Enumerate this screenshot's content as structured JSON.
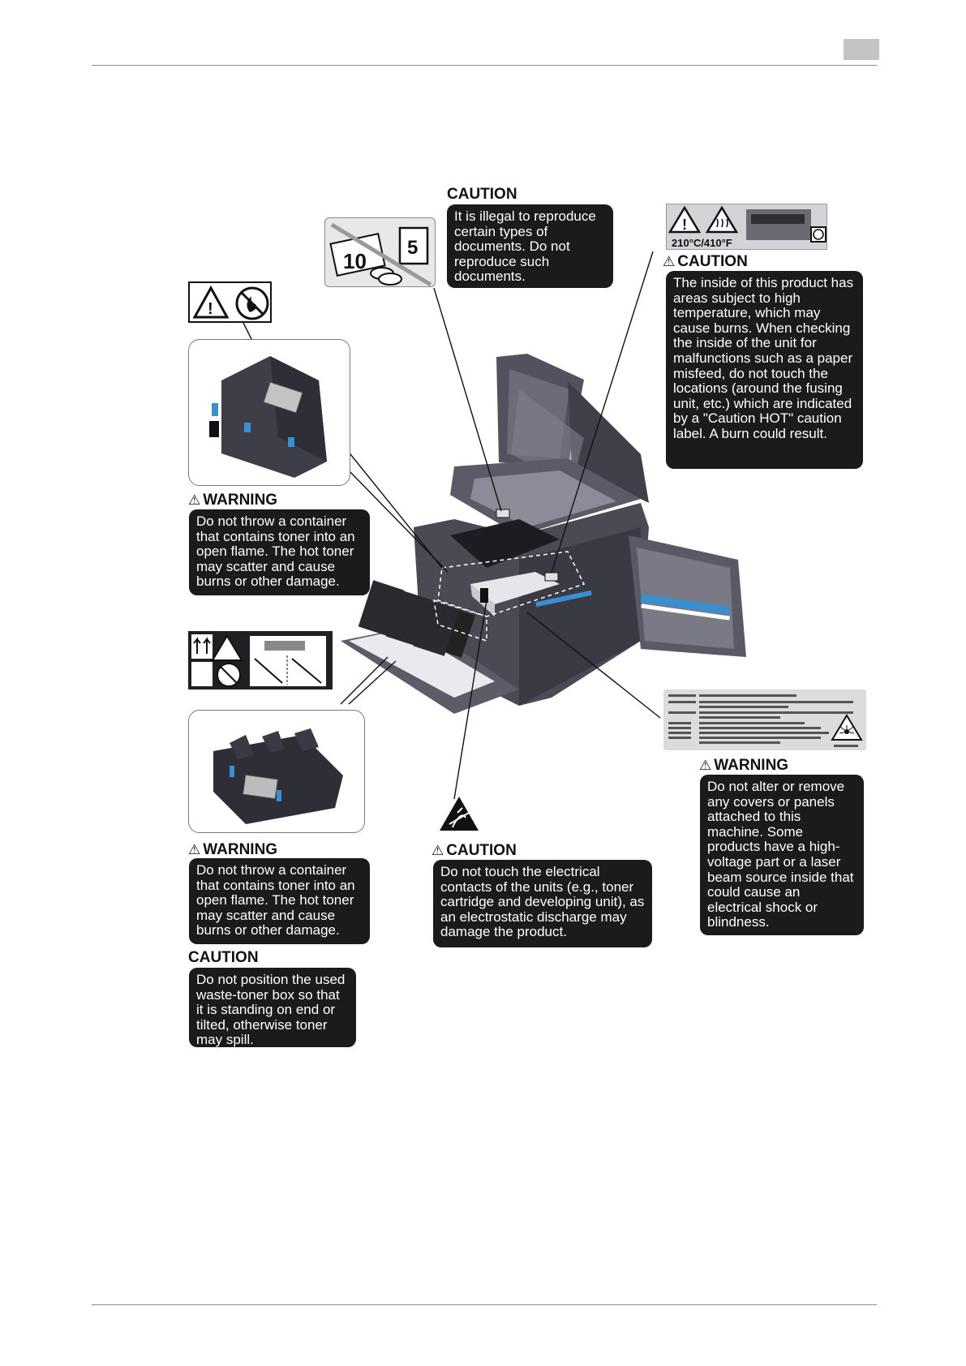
{
  "page": {
    "header_tab": ""
  },
  "labels": {
    "caution_reproduce": {
      "heading": "CAUTION",
      "text": "It is illegal to reproduce certain types of documents. Do not reproduce such documents."
    },
    "caution_hot": {
      "heading": "CAUTION",
      "temperature": "210°C/410°F",
      "text": "The inside of this product has areas subject to high temperature, which may cause burns. When checking the inside of the unit for malfunctions such as a paper misfeed, do not touch the locations (around the fusing unit, etc.) which are indicated by a \"Caution HOT\" caution label. A burn could result."
    },
    "warning_toner_1": {
      "heading": "WARNING",
      "text": "Do not throw a container that contains toner into an open flame. The hot toner may scatter and cause burns or other damage."
    },
    "warning_toner_2": {
      "heading": "WARNING",
      "text": "Do not throw a container that contains toner into an open flame. The hot toner may scatter and cause burns or other damage."
    },
    "caution_waste": {
      "heading": "CAUTION",
      "text": "Do not position the used waste-toner box so that it is standing on end or tilted, otherwise toner may spill."
    },
    "caution_static": {
      "heading": "CAUTION",
      "text": "Do not touch the electrical contacts of the units (e.g., toner cartridge and developing unit), as an electrostatic discharge may damage the product."
    },
    "warning_covers": {
      "heading": "WARNING",
      "text": "Do not alter or remove any covers or panels attached to this machine. Some products have a high-voltage part or a laser beam source inside that could cause an electrical shock or blindness."
    }
  },
  "symbols": {
    "warning_triangle": "⚠",
    "counterfeit_note": "10",
    "counterfeit_stamp": "5"
  },
  "icons": [
    "warning-triangle-icon",
    "no-fire-icon",
    "hot-surface-icon",
    "esd-icon",
    "laser-icon",
    "this-side-up-icon"
  ],
  "colors": {
    "box_bg": "#1b1b1b",
    "box_text": "#ffffff",
    "machine": "#4a4a55",
    "accent_blue": "#3a8fd0"
  }
}
